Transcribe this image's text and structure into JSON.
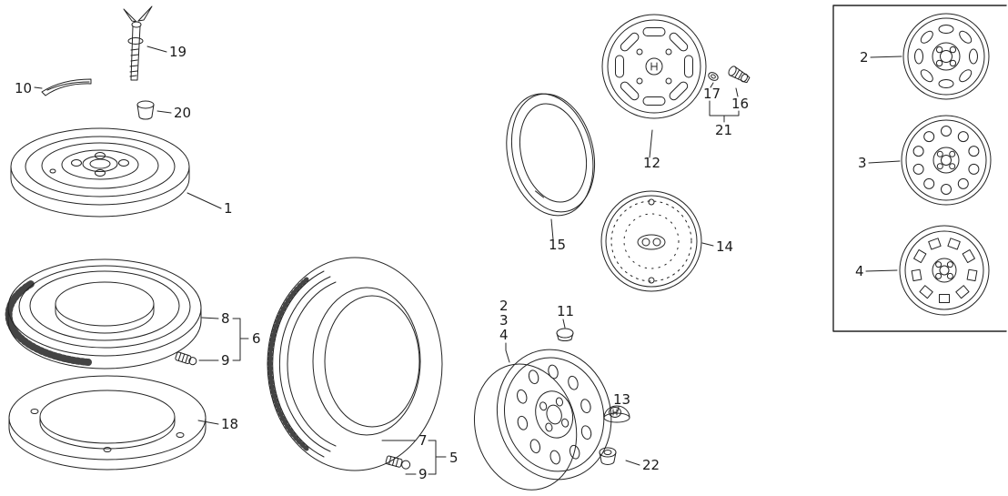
{
  "diagram": {
    "line_color": "#232323",
    "label_color": "#1a1a1a",
    "background": "#ffffff"
  },
  "labels": {
    "p1": "1",
    "p2c": "2",
    "p3c": "3",
    "p4c": "4",
    "p5": "5",
    "p6": "6",
    "p7": "7",
    "p8": "8",
    "p9a": "9",
    "p9b": "9",
    "p10": "10",
    "p11": "11",
    "p12": "12",
    "p13": "13",
    "p14": "14",
    "p15": "15",
    "p16": "16",
    "p17": "17",
    "p18": "18",
    "p19": "19",
    "p20": "20",
    "p21": "21",
    "p22": "22",
    "p2r": "2",
    "p3r": "3",
    "p4r": "4"
  }
}
